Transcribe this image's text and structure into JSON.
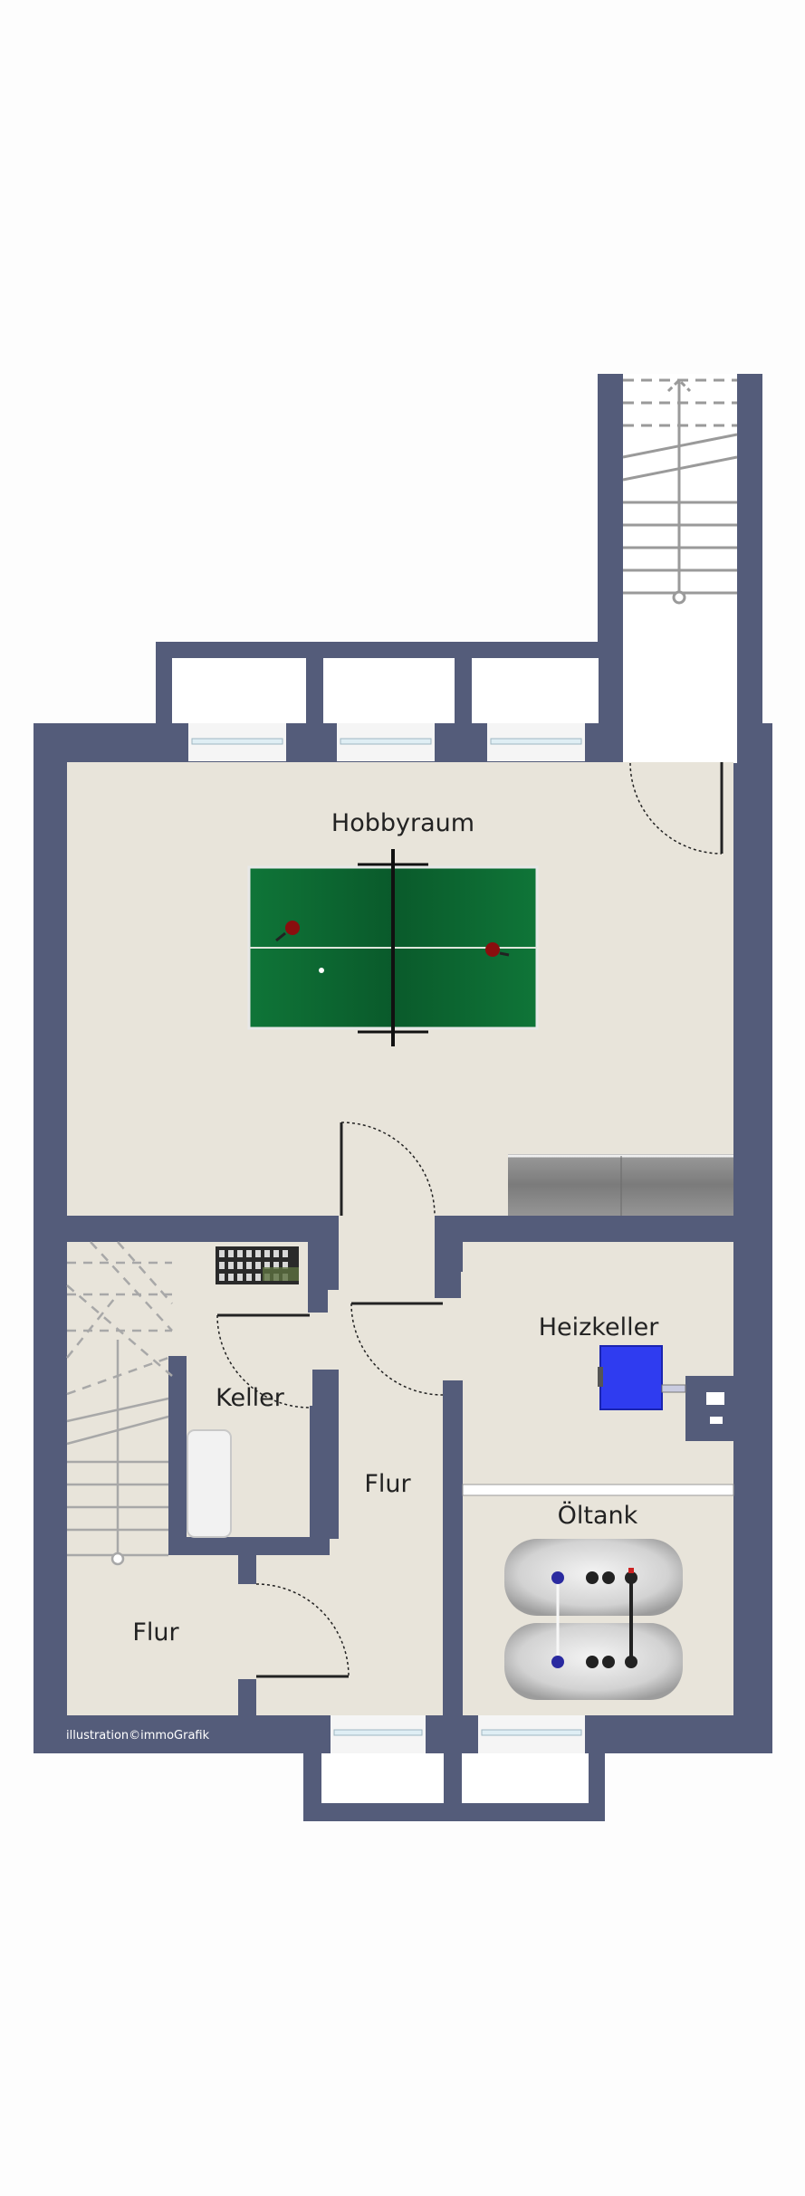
{
  "plan": {
    "colors": {
      "wall": "#545c7a",
      "floor": "#e8e4da",
      "stair_line": "#9a9a9a",
      "table_green": "#0c6a33",
      "window_glass": "#dfeef4",
      "boiler_blue": "#2f3cf0",
      "shelf_grey": "#8a8a8a",
      "tank_grey": "#d6d6d6"
    },
    "rooms": {
      "hobbyraum": "Hobbyraum",
      "keller": "Keller",
      "flur_center": "Flur",
      "heizkeller": "Heizkeller",
      "oeltank": "Öltank",
      "flur_bottom": "Flur"
    },
    "credit": "illustration©immoGrafik",
    "icons": [
      "ping-pong-table-icon",
      "boiler-icon",
      "oil-tank-icon",
      "wine-rack-icon",
      "bathtub-icon",
      "shelf-icon",
      "staircase-icon",
      "door-swing-icon",
      "window-icon"
    ]
  }
}
